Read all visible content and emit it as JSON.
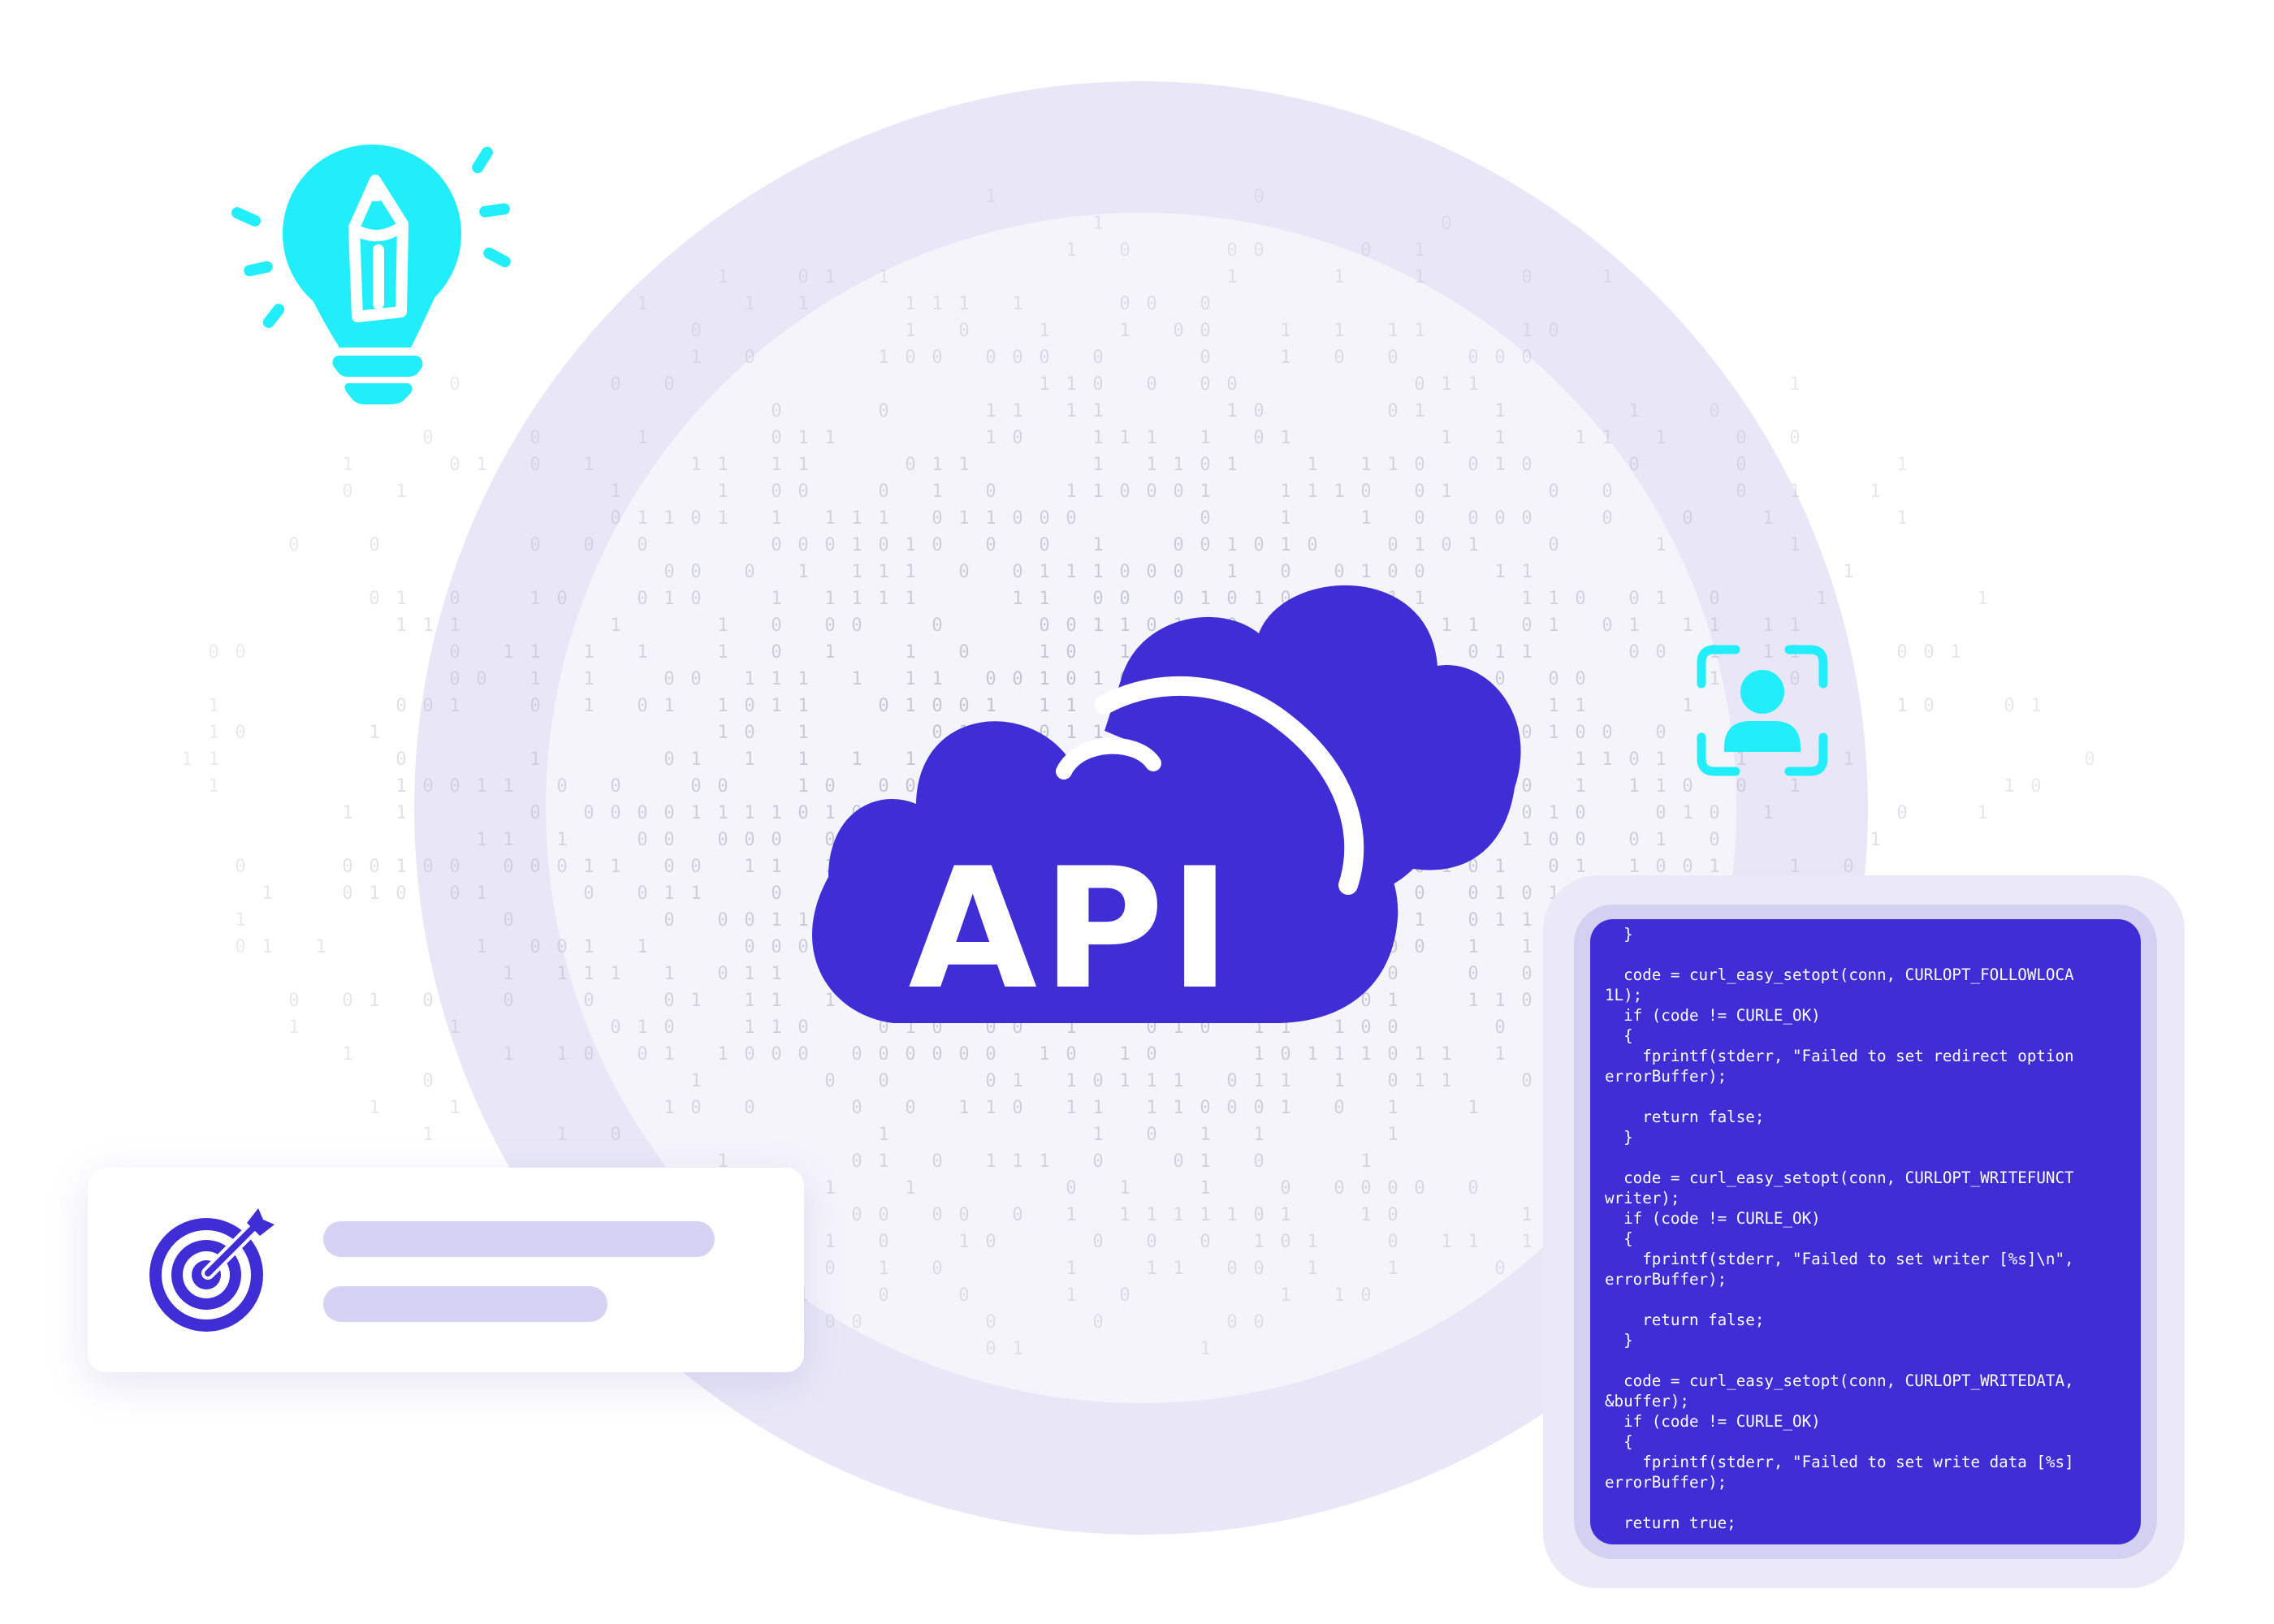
{
  "illustration": {
    "icons": {
      "lightbulb": "lightbulb-pencil-icon",
      "cloud": "cloud-icon",
      "user": "user-focus-icon",
      "target": "target-icon"
    },
    "api_label": "API",
    "background_binary_digits": [
      "0",
      "1"
    ],
    "code_lines": [
      "  }",
      "",
      "  code = curl_easy_setopt(conn, CURLOPT_FOLLOWLOCA",
      "1L);",
      "  if (code != CURLE_OK)",
      "  {",
      "    fprintf(stderr, \"Failed to set redirect option",
      "errorBuffer);",
      "",
      "    return false;",
      "  }",
      "",
      "  code = curl_easy_setopt(conn, CURLOPT_WRITEFUNCT",
      "writer);",
      "  if (code != CURLE_OK)",
      "  {",
      "    fprintf(stderr, \"Failed to set writer [%s]\\n\",",
      "errorBuffer);",
      "",
      "    return false;",
      "  }",
      "",
      "  code = curl_easy_setopt(conn, CURLOPT_WRITEDATA,",
      "&buffer);",
      "  if (code != CURLE_OK)",
      "  {",
      "    fprintf(stderr, \"Failed to set write data [%s]",
      "errorBuffer);",
      "",
      "  return true;"
    ],
    "colors": {
      "primary_purple": "#3f2ed5",
      "cyan": "#22eefb",
      "lavender_outer": "#e9e7f7",
      "lavender_inner": "#f5f4fb",
      "placeholder_bar": "#d6d2f4",
      "binary_digit": "#b9bccb"
    }
  }
}
